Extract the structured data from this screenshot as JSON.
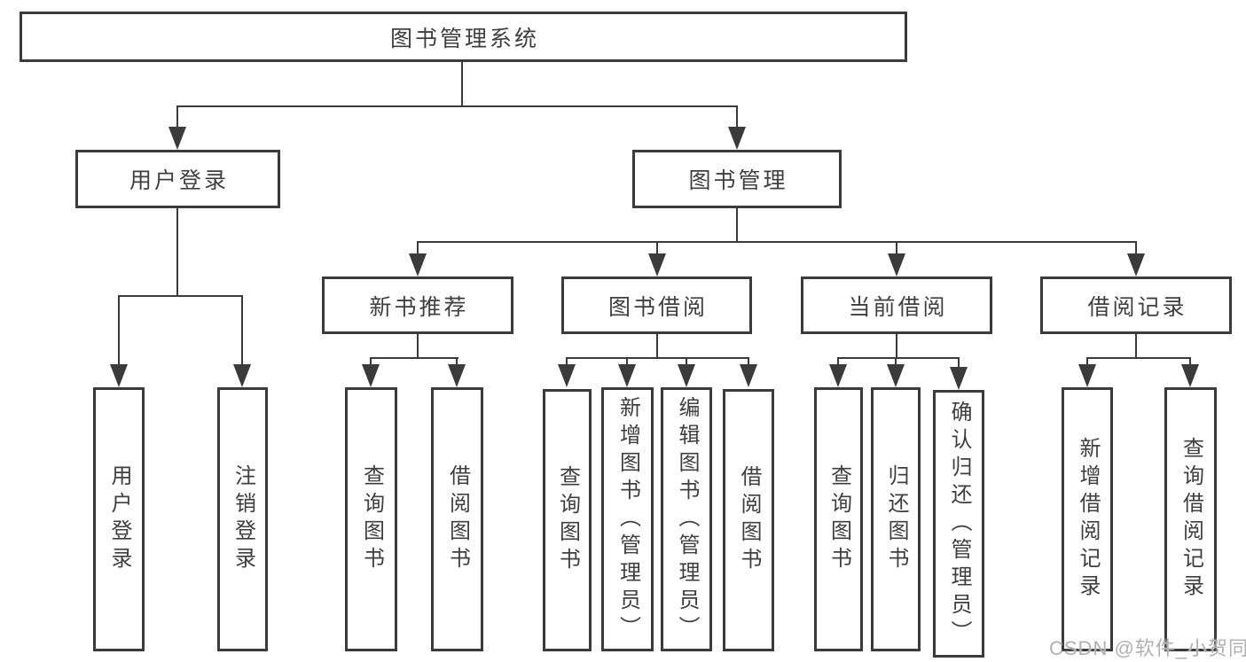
{
  "tree": {
    "root": {
      "label": "图书管理系统"
    },
    "user_login": {
      "label": "用户登录",
      "children": {
        "login": "用户登录",
        "logout": "注销登录"
      }
    },
    "book_mgmt": {
      "label": "图书管理",
      "children": {
        "new_books": {
          "label": "新书推荐",
          "children": {
            "query_books": "查询图书",
            "borrow_books": "借阅图书"
          }
        },
        "book_borrow": {
          "label": "图书借阅",
          "children": {
            "query_books": "查询图书",
            "add_books": "新增图书（管理员）",
            "edit_books": "编辑图书（管理员）",
            "borrow_books": "借阅图书"
          }
        },
        "current_borrow": {
          "label": "当前借阅",
          "children": {
            "query_books": "查询图书",
            "return_books": "归还图书",
            "confirm_return": "确认归还（管理员）"
          }
        },
        "borrow_records": {
          "label": "借阅记录",
          "children": {
            "add_record": "新增借阅记录",
            "query_record": "查询借阅记录"
          }
        }
      }
    }
  },
  "watermark": "CSDN @软件_小贺同学",
  "colors": {
    "line": "#3b3b3b",
    "text": "#3f3f3f",
    "bg": "#ffffff",
    "watermark": "#b0b0b0"
  }
}
